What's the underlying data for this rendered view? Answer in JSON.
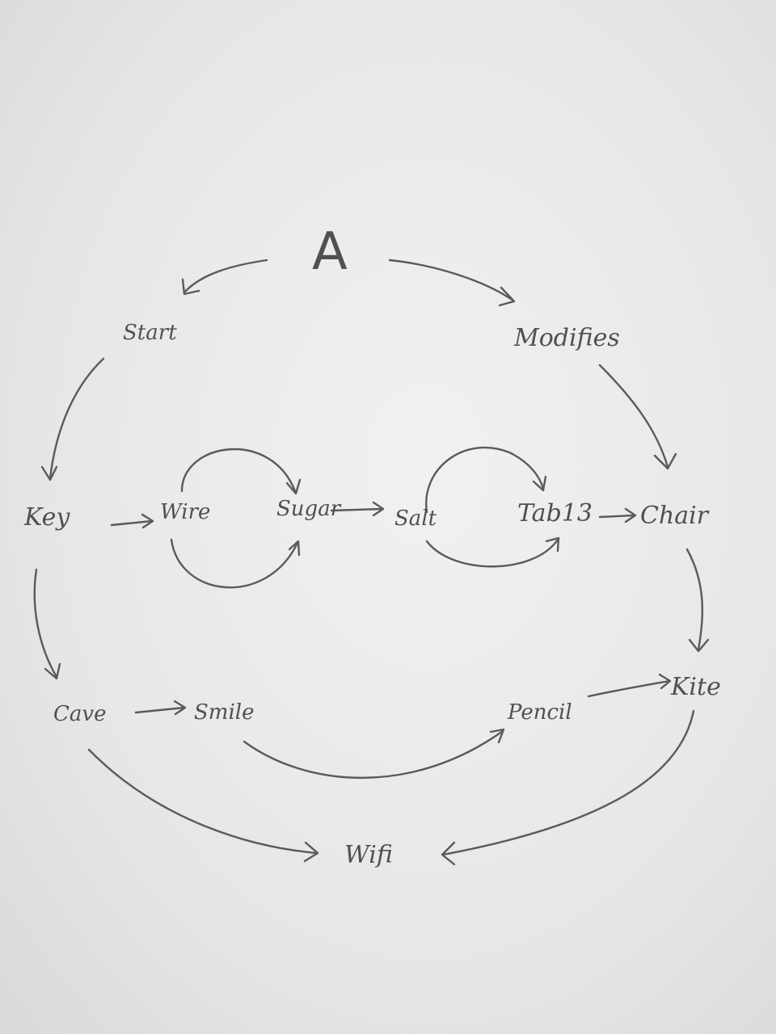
{
  "nodes": {
    "a": "A",
    "start": "Start",
    "modifies": "Modifies",
    "key": "Key",
    "wire": "Wire",
    "sugar": "Sugar",
    "salt": "Salt",
    "tab13": "Tab13",
    "chair": "Chair",
    "cave": "Cave",
    "smile": "Smile",
    "pencil": "Pencil",
    "kite": "Kite",
    "wifi": "Wifi"
  },
  "edges": [
    {
      "from": "a",
      "to": "start"
    },
    {
      "from": "a",
      "to": "modifies"
    },
    {
      "from": "start",
      "to": "key"
    },
    {
      "from": "modifies",
      "to": "chair"
    },
    {
      "from": "key",
      "to": "wire"
    },
    {
      "from": "wire",
      "to": "sugar",
      "route": "upper-arc"
    },
    {
      "from": "wire",
      "to": "sugar",
      "route": "lower-arc"
    },
    {
      "from": "sugar",
      "to": "salt"
    },
    {
      "from": "salt",
      "to": "tab13",
      "route": "upper-arc"
    },
    {
      "from": "salt",
      "to": "tab13",
      "route": "lower-arc"
    },
    {
      "from": "tab13",
      "to": "chair"
    },
    {
      "from": "key",
      "to": "cave"
    },
    {
      "from": "chair",
      "to": "kite"
    },
    {
      "from": "cave",
      "to": "smile"
    },
    {
      "from": "smile",
      "to": "pencil",
      "route": "lower-arc"
    },
    {
      "from": "pencil",
      "to": "kite"
    },
    {
      "from": "cave",
      "to": "wifi"
    },
    {
      "from": "kite",
      "to": "wifi"
    }
  ]
}
